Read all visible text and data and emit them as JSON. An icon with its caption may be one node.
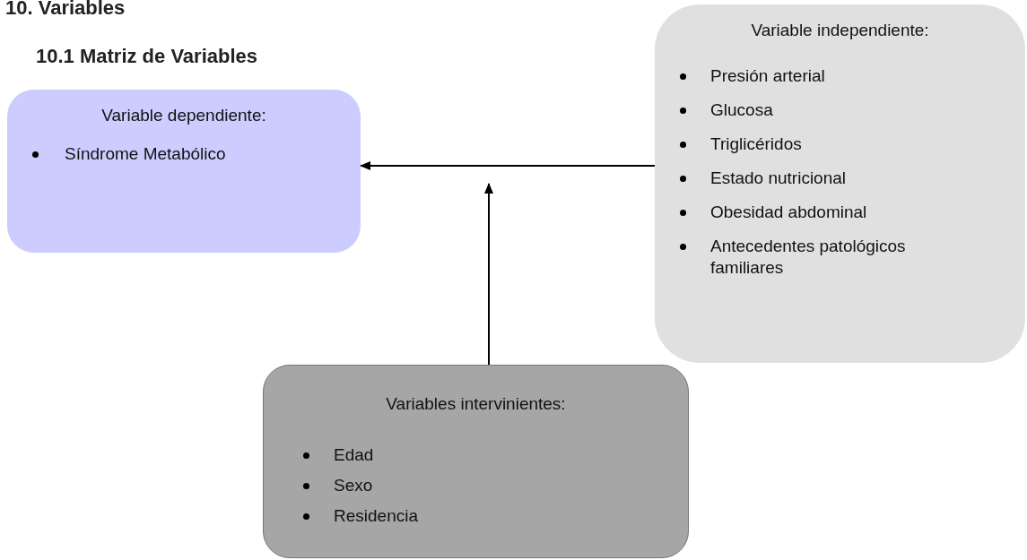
{
  "diagram": {
    "title": "10. Variables",
    "nodes": [
      {
        "text": [
          "Variable dependiente:",
          "Síndrome Metabólico"
        ]
      },
      {
        "text": [
          "Variable independiente:",
          "Presión arterial",
          "Glucosa",
          "Triglicéridos",
          "Estado nutricional",
          "Obesidad abdominal",
          "Antecedentes patológicos familiares"
        ]
      },
      {
        "text": [
          "Variables intervinientes:",
          "Edad",
          "Sexo",
          "Residencia"
        ]
      }
    ],
    "edges": [
      {
        "from": 1,
        "to": 0,
        "arrow": "to"
      },
      {
        "from": 2,
        "to": null,
        "arrow": "to"
      }
    ],
    "labels": [
      "10.1 Matriz de Variables"
    ]
  }
}
